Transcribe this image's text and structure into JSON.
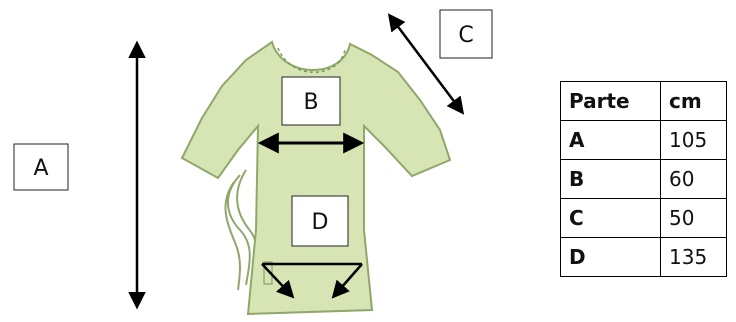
{
  "labels": {
    "a": "A",
    "b": "B",
    "c": "C",
    "d": "D"
  },
  "table": {
    "header": [
      "Parte",
      "cm"
    ],
    "rows": [
      [
        "A",
        "105"
      ],
      [
        "B",
        "60"
      ],
      [
        "C",
        "50"
      ],
      [
        "D",
        "135"
      ]
    ]
  },
  "colors": {
    "gown_fill": "#d7e4b4",
    "gown_stroke": "#8fa86a",
    "arrow": "#000000"
  }
}
